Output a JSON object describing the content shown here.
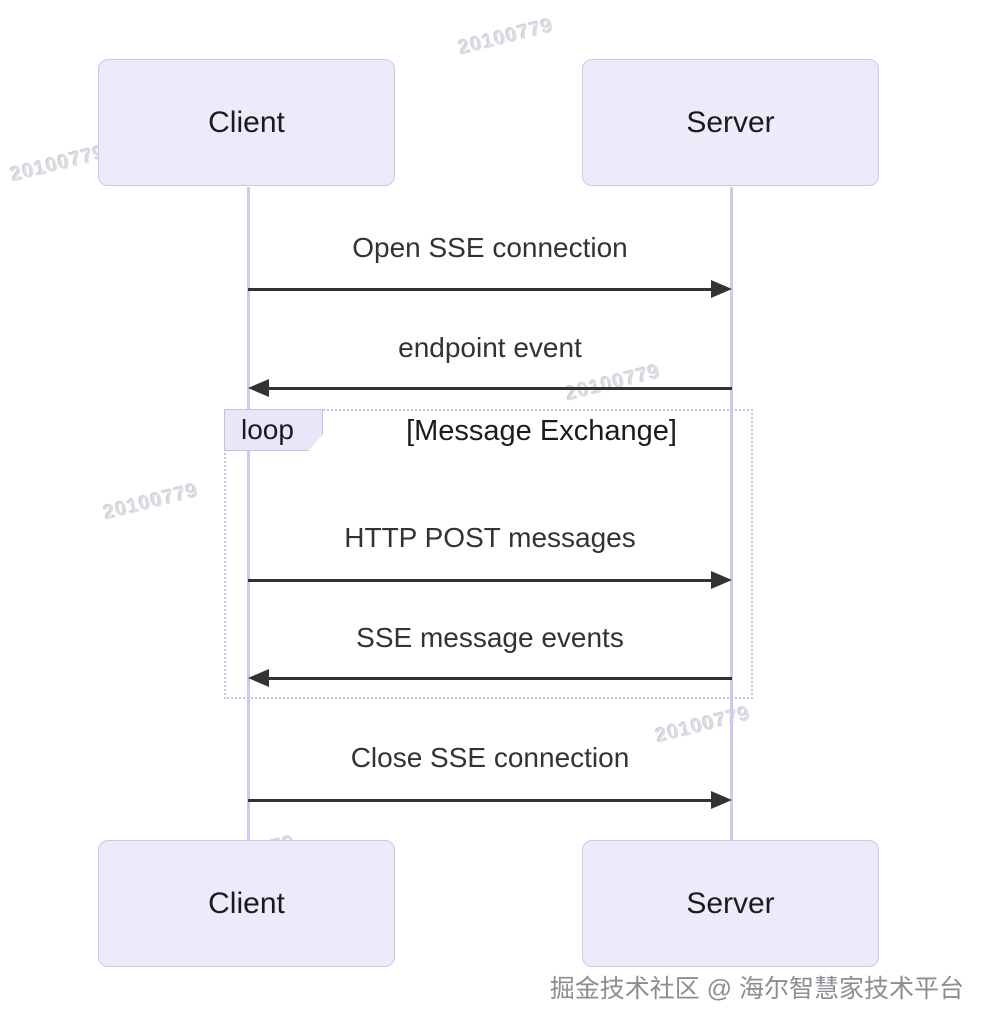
{
  "diagram": {
    "type": "sequence",
    "actors": {
      "client": "Client",
      "server": "Server"
    },
    "messages": [
      {
        "label": "Open SSE connection",
        "from": "Client",
        "to": "Server",
        "direction": "right"
      },
      {
        "label": "endpoint event",
        "from": "Server",
        "to": "Client",
        "direction": "left"
      },
      {
        "label": "HTTP POST messages",
        "from": "Client",
        "to": "Server",
        "direction": "right"
      },
      {
        "label": "SSE message events",
        "from": "Server",
        "to": "Client",
        "direction": "left"
      },
      {
        "label": "Close SSE connection",
        "from": "Client",
        "to": "Server",
        "direction": "right"
      }
    ],
    "loop": {
      "label": "loop",
      "title": "[Message Exchange]",
      "contains_messages": [
        2,
        3
      ]
    }
  },
  "watermark": {
    "text": "20100779"
  },
  "footer": {
    "credit": "掘金技术社区 @ 海尔智慧家技术平台"
  },
  "colors": {
    "actor_fill": "#ecebf9",
    "actor_border": "#ccc8e8",
    "lifeline": "#cec9ee",
    "loop_border": "#c6c2e8",
    "loop_tab_fill": "#e8e6f7",
    "arrow": "#333333",
    "message_text": "#333333",
    "watermark_text": "#dedbe3",
    "footer_text": "#8e8c92",
    "background": "#ffffff"
  }
}
